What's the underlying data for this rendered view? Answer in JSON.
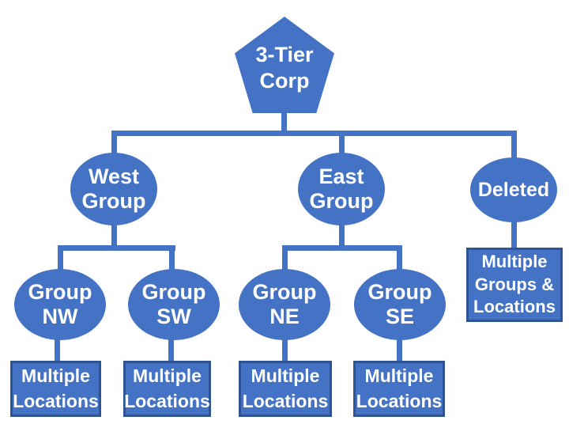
{
  "diagram": {
    "type": "org-chart",
    "colors": {
      "node_fill": "#4472C4",
      "connector": "#4472C4",
      "box_border": "#2F5496",
      "text": "#FFFFFF",
      "background": "#FFFFFF"
    },
    "nodes": {
      "corp": {
        "shape": "pentagon",
        "lines": [
          "3-Tier",
          "Corp"
        ]
      },
      "west_group": {
        "shape": "ellipse",
        "lines": [
          "West",
          "Group"
        ]
      },
      "east_group": {
        "shape": "ellipse",
        "lines": [
          "East",
          "Group"
        ]
      },
      "deleted": {
        "shape": "ellipse",
        "lines": [
          "Deleted"
        ]
      },
      "group_nw": {
        "shape": "ellipse",
        "lines": [
          "Group",
          "NW"
        ]
      },
      "group_sw": {
        "shape": "ellipse",
        "lines": [
          "Group",
          "SW"
        ]
      },
      "group_ne": {
        "shape": "ellipse",
        "lines": [
          "Group",
          "NE"
        ]
      },
      "group_se": {
        "shape": "ellipse",
        "lines": [
          "Group",
          "SE"
        ]
      },
      "locations_nw": {
        "shape": "rect",
        "lines": [
          "Multiple",
          "Locations"
        ]
      },
      "locations_sw": {
        "shape": "rect",
        "lines": [
          "Multiple",
          "Locations"
        ]
      },
      "locations_ne": {
        "shape": "rect",
        "lines": [
          "Multiple",
          "Locations"
        ]
      },
      "locations_se": {
        "shape": "rect",
        "lines": [
          "Multiple",
          "Locations"
        ]
      },
      "deleted_contents": {
        "shape": "rect",
        "lines": [
          "Multiple",
          "Groups &",
          "Locations"
        ]
      }
    },
    "edges": [
      {
        "from": "corp",
        "to": "west_group"
      },
      {
        "from": "corp",
        "to": "east_group"
      },
      {
        "from": "corp",
        "to": "deleted"
      },
      {
        "from": "west_group",
        "to": "group_nw"
      },
      {
        "from": "west_group",
        "to": "group_sw"
      },
      {
        "from": "east_group",
        "to": "group_ne"
      },
      {
        "from": "east_group",
        "to": "group_se"
      },
      {
        "from": "group_nw",
        "to": "locations_nw"
      },
      {
        "from": "group_sw",
        "to": "locations_sw"
      },
      {
        "from": "group_ne",
        "to": "locations_ne"
      },
      {
        "from": "group_se",
        "to": "locations_se"
      },
      {
        "from": "deleted",
        "to": "deleted_contents"
      }
    ]
  }
}
